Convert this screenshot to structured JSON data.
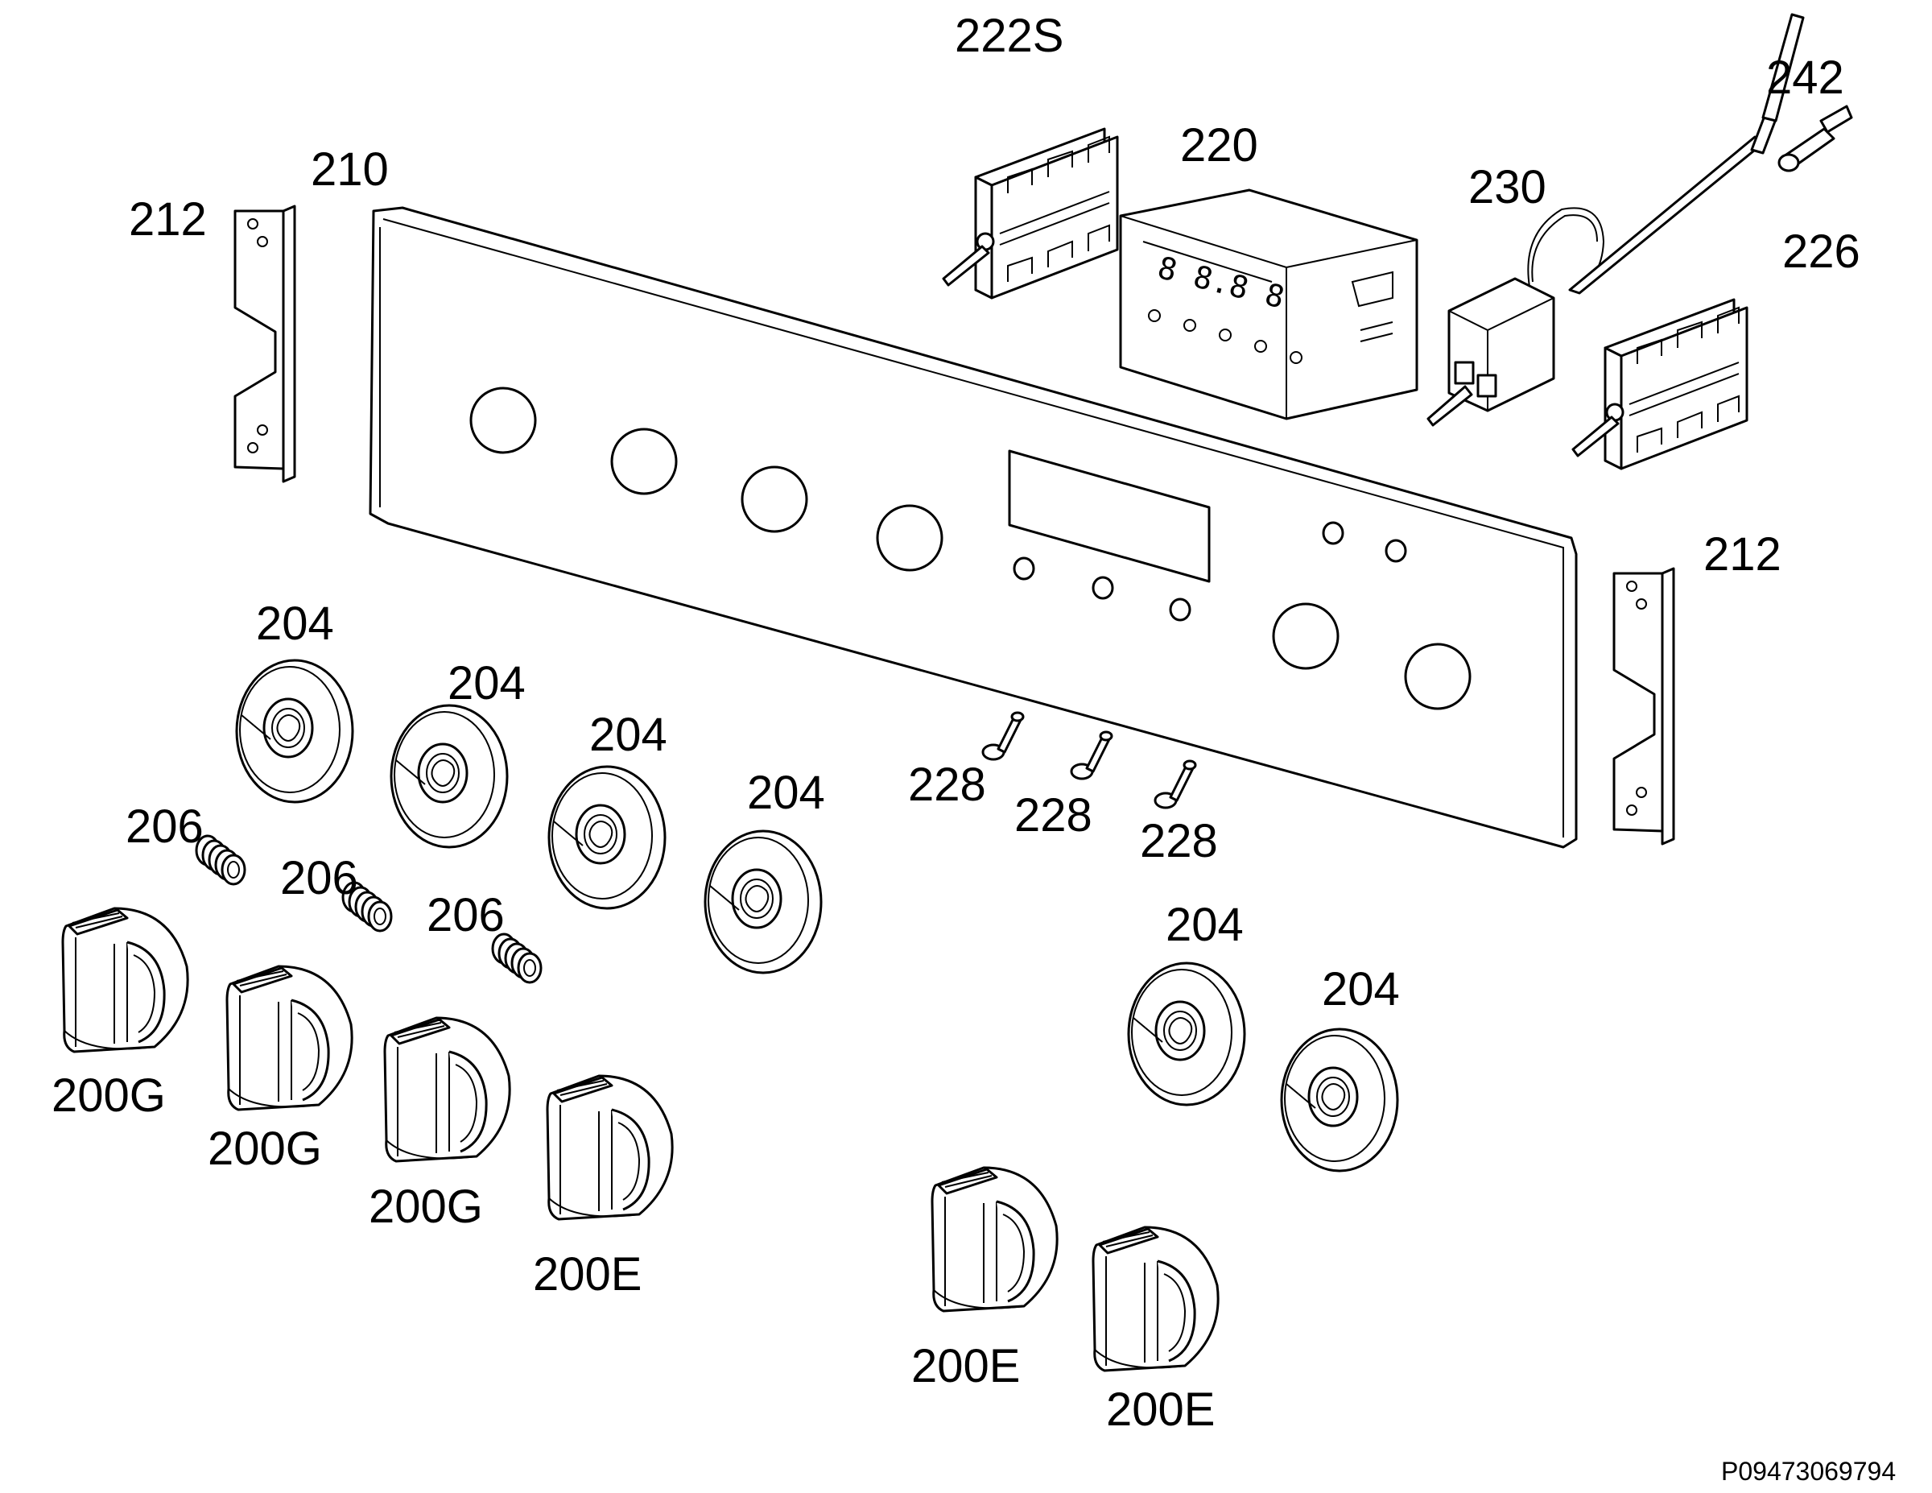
{
  "diagram": {
    "document_id": "P09473069794",
    "callouts": [
      {
        "id": "c222s",
        "text": "222S"
      },
      {
        "id": "c242",
        "text": "242"
      },
      {
        "id": "c220",
        "text": "220"
      },
      {
        "id": "c230",
        "text": "230"
      },
      {
        "id": "c226",
        "text": "226"
      },
      {
        "id": "c210",
        "text": "210"
      },
      {
        "id": "c212a",
        "text": "212"
      },
      {
        "id": "c212b",
        "text": "212"
      },
      {
        "id": "c204a",
        "text": "204"
      },
      {
        "id": "c204b",
        "text": "204"
      },
      {
        "id": "c204c",
        "text": "204"
      },
      {
        "id": "c204d",
        "text": "204"
      },
      {
        "id": "c204e",
        "text": "204"
      },
      {
        "id": "c204f",
        "text": "204"
      },
      {
        "id": "c206a",
        "text": "206"
      },
      {
        "id": "c206b",
        "text": "206"
      },
      {
        "id": "c206c",
        "text": "206"
      },
      {
        "id": "c228a",
        "text": "228"
      },
      {
        "id": "c228b",
        "text": "228"
      },
      {
        "id": "c228c",
        "text": "228"
      },
      {
        "id": "c200g1",
        "text": "200G"
      },
      {
        "id": "c200g2",
        "text": "200G"
      },
      {
        "id": "c200g3",
        "text": "200G"
      },
      {
        "id": "c200e1",
        "text": "200E"
      },
      {
        "id": "c200e2",
        "text": "200E"
      },
      {
        "id": "c200e3",
        "text": "200E"
      }
    ]
  }
}
